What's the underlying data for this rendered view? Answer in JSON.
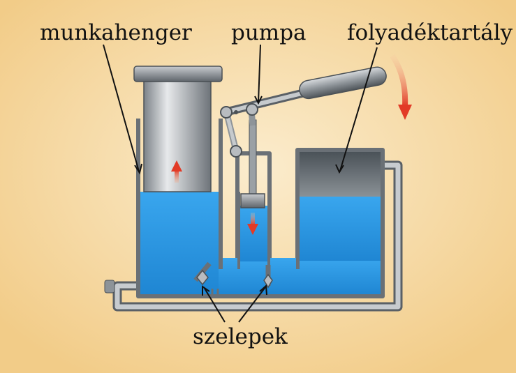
{
  "labels": {
    "working_cylinder": "munkahenger",
    "pump": "pumpa",
    "fluid_reservoir": "folyadéktartály",
    "valves": "szelepek"
  },
  "colors": {
    "background_center": "#fbe9c4",
    "background_edge": "#f2cd8a",
    "fluid": "#2c9be6",
    "metal": "#b9bdc1",
    "arrow": "#e8432e"
  }
}
